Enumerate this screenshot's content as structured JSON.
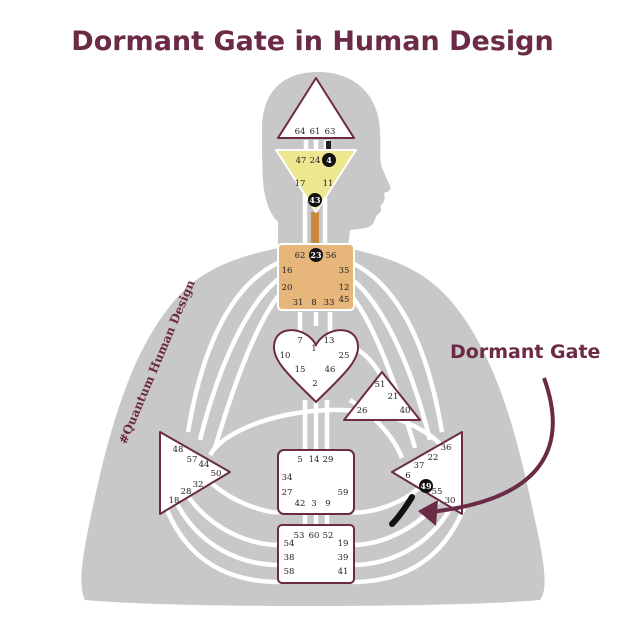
{
  "title": "Dormant Gate in Human Design",
  "annotation_label": "Dormant Gate",
  "watermark": "#Quantum Human Design",
  "colors": {
    "title": "#6b2a45",
    "body": "#c8c8c8",
    "head_center": "#ffffff",
    "ajna_center": "#ede88f",
    "throat_center": "#e6b67a",
    "channel_defined": "#c98a3f",
    "active_gate": "#111111",
    "arrow": "#6b2a45"
  },
  "centers": {
    "head": {
      "gates": [
        "64",
        "61",
        "63"
      ]
    },
    "ajna": {
      "gates": [
        "47",
        "24",
        "4",
        "17",
        "11",
        "43"
      ]
    },
    "throat": {
      "gates": [
        "62",
        "23",
        "56",
        "16",
        "35",
        "20",
        "12",
        "31",
        "8",
        "33",
        "45"
      ]
    },
    "g": {
      "gates": [
        "7",
        "1",
        "13",
        "10",
        "25",
        "15",
        "46",
        "2"
      ]
    },
    "heart": {
      "gates": [
        "51",
        "21",
        "26",
        "40"
      ]
    },
    "spleen": {
      "gates": [
        "48",
        "57",
        "44",
        "50",
        "32",
        "28",
        "18"
      ]
    },
    "sacral": {
      "gates": [
        "5",
        "14",
        "29",
        "34",
        "27",
        "59",
        "42",
        "3",
        "9"
      ]
    },
    "solar_plexus": {
      "gates": [
        "36",
        "22",
        "37",
        "6",
        "49",
        "55",
        "30"
      ]
    },
    "root": {
      "gates": [
        "53",
        "60",
        "52",
        "54",
        "19",
        "38",
        "39",
        "58",
        "41"
      ]
    }
  },
  "active_gates": [
    "4",
    "43",
    "23",
    "49"
  ],
  "dormant_gate": "49"
}
